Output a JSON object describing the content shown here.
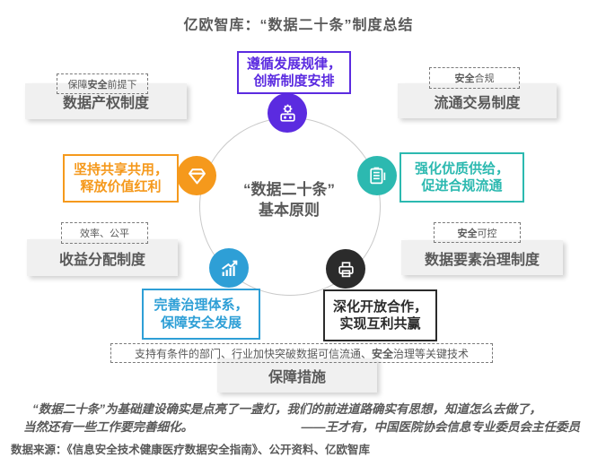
{
  "title": "亿欧智库：“数据二十条”制度总结",
  "center": {
    "line1": "“数据二十条”",
    "line2": "基本原则"
  },
  "colors": {
    "purple": "#5b2be0",
    "orange": "#f5991c",
    "teal": "#2cb9b0",
    "blue": "#2e9fd6",
    "black": "#2b2b2b",
    "gray_text": "#595959",
    "gray_box_bg": "#f0f0f0"
  },
  "principles": [
    {
      "id": "innovation",
      "icon": "machine-gear-icon",
      "color": "#5b2be0",
      "lines": [
        "遵循发展规律，",
        "创新制度安排"
      ]
    },
    {
      "id": "sharing",
      "icon": "diamond-icon",
      "color": "#f5991c",
      "lines": [
        "坚持共享共用，",
        "释放价值红利"
      ]
    },
    {
      "id": "supply",
      "icon": "clipboard-icon",
      "color": "#2cb9b0",
      "lines": [
        "强化优质供给，",
        "促进合规流通"
      ]
    },
    {
      "id": "governance",
      "icon": "growth-chart-icon",
      "color": "#2e9fd6",
      "lines": [
        "完善治理体系，",
        "保障安全发展"
      ]
    },
    {
      "id": "cooperation",
      "icon": "printer-icon",
      "color": "#2b2b2b",
      "lines": [
        "深化开放合作，",
        "实现互利共赢"
      ]
    }
  ],
  "institutions": [
    {
      "label": "数据产权制度",
      "note": {
        "prefix": "保障",
        "bold": "安全",
        "suffix": "前提下"
      }
    },
    {
      "label": "流通交易制度",
      "note": {
        "prefix": "",
        "bold": "安全",
        "suffix": "合规"
      }
    },
    {
      "label": "收益分配制度",
      "note": {
        "prefix": "效率、公平",
        "bold": "",
        "suffix": ""
      }
    },
    {
      "label": "数据要素治理制度",
      "note": {
        "prefix": "",
        "bold": "安全",
        "suffix": "可控"
      }
    },
    {
      "label": "保障措施",
      "note": {
        "prefix": "支持有条件的部门、行业加快突破数据可信流通、",
        "bold": "安全",
        "suffix": "治理等关键技术"
      }
    }
  ],
  "quote": {
    "line1": "“数据二十条”为基础建设确实是点亮了一盏灯，我们的前进道路确实有思想，知道怎么去做了，",
    "line2": "当然还有一些工作要完善细化。",
    "attribution": "——王才有，中国医院协会信息专业委员会主任委员"
  },
  "source": "数据来源：《信息安全技术健康医疗数据安全指南》、公开资料、亿欧智库"
}
